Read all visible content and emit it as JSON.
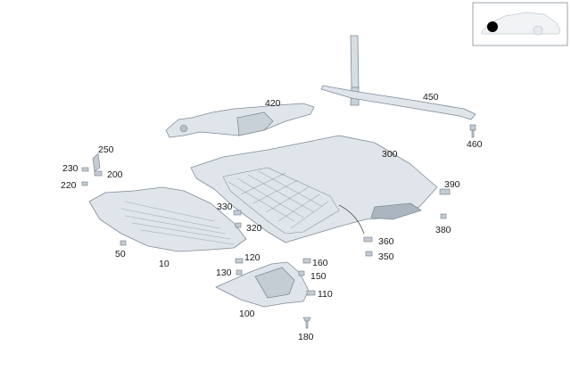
{
  "parts": [
    {
      "id": "p10",
      "label": "10"
    },
    {
      "id": "p50",
      "label": "50"
    },
    {
      "id": "p100",
      "label": "100"
    },
    {
      "id": "p110",
      "label": "110"
    },
    {
      "id": "p120",
      "label": "120"
    },
    {
      "id": "p130",
      "label": "130"
    },
    {
      "id": "p150",
      "label": "150"
    },
    {
      "id": "p160",
      "label": "160"
    },
    {
      "id": "p180",
      "label": "180"
    },
    {
      "id": "p200",
      "label": "200"
    },
    {
      "id": "p220",
      "label": "220"
    },
    {
      "id": "p230",
      "label": "230"
    },
    {
      "id": "p250",
      "label": "250"
    },
    {
      "id": "p300",
      "label": "300"
    },
    {
      "id": "p320",
      "label": "320"
    },
    {
      "id": "p330",
      "label": "330"
    },
    {
      "id": "p350",
      "label": "350"
    },
    {
      "id": "p360",
      "label": "360"
    },
    {
      "id": "p380",
      "label": "380"
    },
    {
      "id": "p390",
      "label": "390"
    },
    {
      "id": "p420",
      "label": "420"
    },
    {
      "id": "p450",
      "label": "450"
    },
    {
      "id": "p460",
      "label": "460"
    }
  ],
  "colors": {
    "panel_fill": "#dfe5ea",
    "panel_shade": "#c9d1d8",
    "panel_stroke": "#7f8c98",
    "thumbnail_border": "#9aa3ab",
    "marker": "#000000"
  },
  "thumbnail": {
    "icon": "car-silhouette-icon"
  }
}
